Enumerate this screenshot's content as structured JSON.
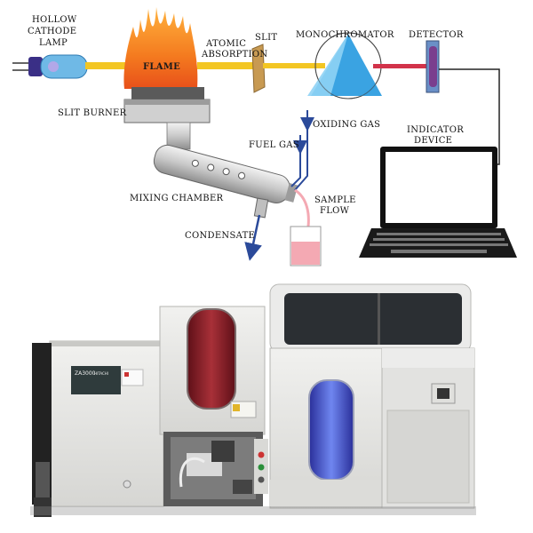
{
  "diagram": {
    "labels": {
      "hollow_cathode_lamp": [
        "HOLLOW",
        "CATHODE",
        "LAMP"
      ],
      "flame": "FLAME",
      "atomic_absorption": [
        "ATOMIC",
        "ABSORPTION"
      ],
      "slit": "SLIT",
      "monochromator": "MONOCHROMATOR",
      "detector": "DETECTOR",
      "slit_burner": "SLIT BURNER",
      "oxiding_gas": "OXIDING GAS",
      "indicator_device": [
        "INDICATOR",
        "DEVICE"
      ],
      "fuel_gas": "FUEL GAS",
      "mixing_chamber": "MIXING CHAMBER",
      "sample_flow": [
        "SAMPLE",
        "FLOW"
      ],
      "condensate": "CONDENSATE"
    }
  },
  "photo": {
    "model_badge": "ZA3000",
    "brand": "HITACHI"
  },
  "colors": {
    "flame": "#f47a1f",
    "beam": "#f3c623",
    "monochromator": "#2f9ee0",
    "detector_beam": "#d2334a",
    "detector": "#7a3e8e",
    "arrow": "#2b4a9a",
    "sample_liquid": "#f4a9b3",
    "instrument_body": "#e6e6e4",
    "red_window": "#8c1f2a",
    "blue_window": "#3b52c9"
  }
}
